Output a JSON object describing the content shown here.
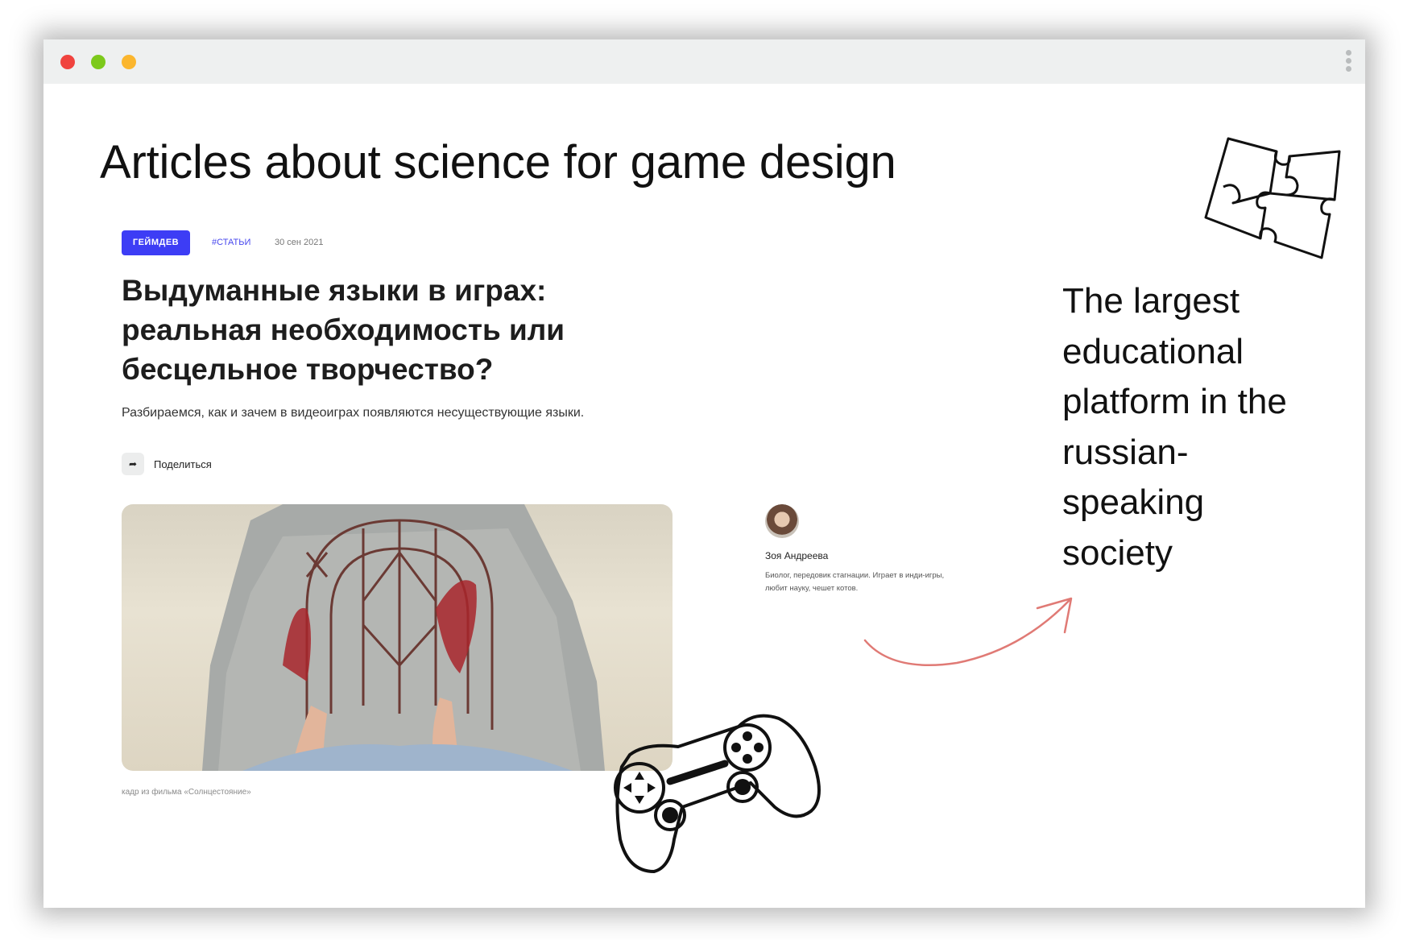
{
  "heading": "Articles about science for game design",
  "article": {
    "badge": "ГЕЙМДЕВ",
    "tag": "#СТАТЬИ",
    "date": "30 сен 2021",
    "title": "Выдуманные языки в играх: реальная необходимость или бесцельное творчество?",
    "lead": "Разбираемся, как и зачем в видеоиграх появляются несуществующие языки.",
    "share_label": "Поделиться",
    "caption": "кадр из фильма «Солнцестояние»"
  },
  "author": {
    "name": "Зоя Андреева",
    "bio": "Биолог, передовик стагнации. Играет в инди-игры, любит науку, чешет котов."
  },
  "promo": "The largest educational platform in the russian-speaking society",
  "icons": {
    "puzzle": "puzzle-icon",
    "gamepad": "gamepad-icon",
    "arrow": "curved-arrow",
    "share": "share-arrow-icon"
  },
  "colors": {
    "badge": "#3d3df5",
    "tag": "#4747ee",
    "arrow": "#e07a75",
    "dot_red": "#f0433e",
    "dot_green": "#7cc91b",
    "dot_yellow": "#fbb62e"
  }
}
